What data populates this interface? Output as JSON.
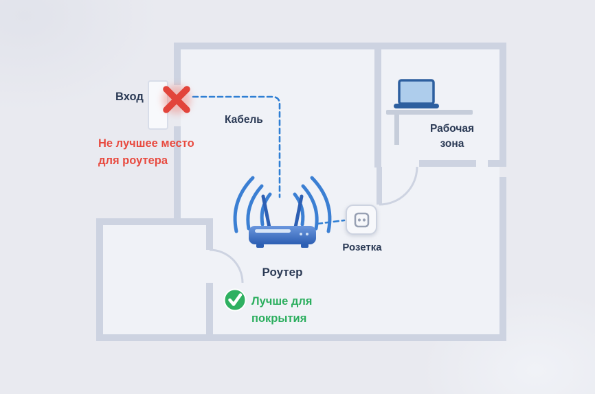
{
  "colors": {
    "bad_red": "#e84a3f",
    "good_green": "#2bae5e",
    "cable_blue": "#2f7fd4",
    "text_navy": "#2b3a55",
    "wall_gray": "#cdd3e1",
    "router_blue": "#2d5fb3"
  },
  "labels": {
    "entrance": "Вход",
    "bad_place_line1": "Не лучшее место",
    "bad_place_line2": "для роутера",
    "cable": "Кабель",
    "work_zone_line1": "Рабочая",
    "work_zone_line2": "зона",
    "router": "Роутер",
    "socket": "Розетка",
    "good_place_line1": "Лучше для",
    "good_place_line2": "покрытия"
  }
}
